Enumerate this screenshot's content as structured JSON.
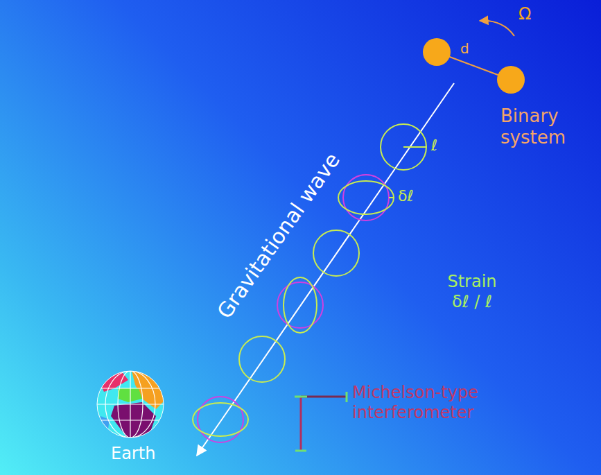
{
  "diagram": {
    "labels": [
      "Ω",
      "d",
      "Binary system",
      "ℓ",
      "δℓ",
      "Gravitational wave",
      "Strain δℓ / ℓ",
      "Earth",
      "Michelson-type interferometer"
    ]
  }
}
